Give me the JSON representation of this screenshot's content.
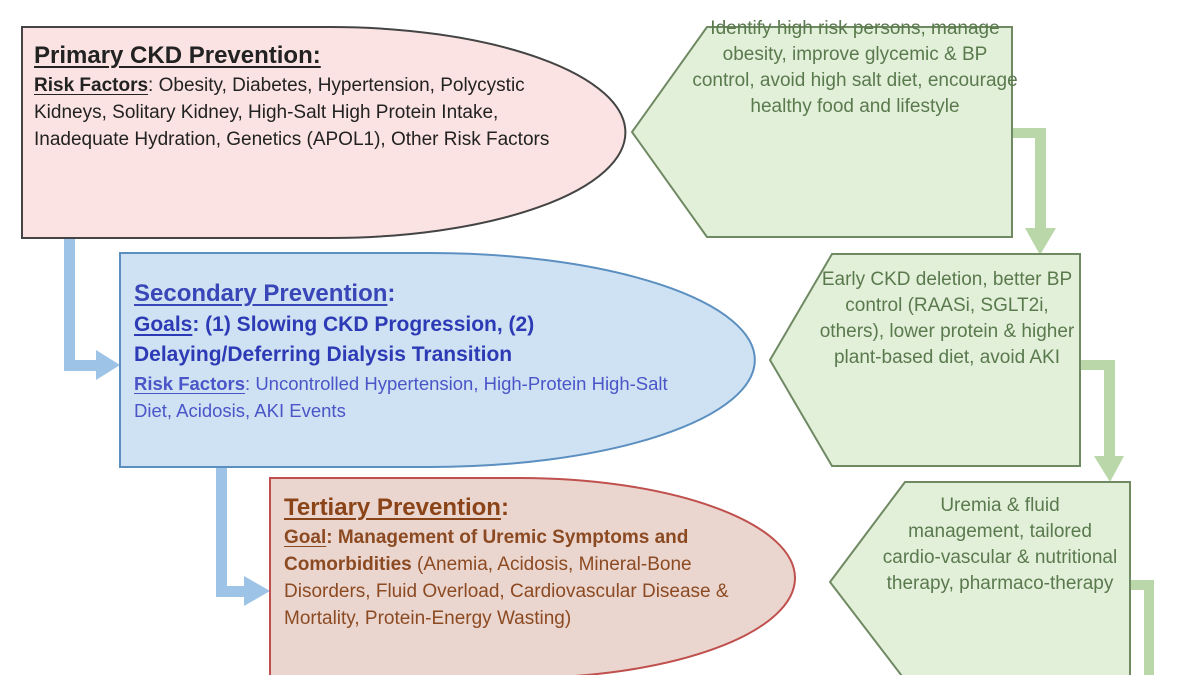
{
  "diagram": {
    "primary": {
      "title": "Primary CKD Prevention:",
      "risk_label": "Risk Factors",
      "risk_text": ": Obesity, Diabetes, Hypertension, Polycystic Kidneys, Solitary Kidney, High-Salt High Protein Intake, Inadequate Hydration, Genetics (APOL1), Other Risk Factors",
      "fill": "#fbe3e3",
      "stroke": "#444444"
    },
    "secondary": {
      "title": "Secondary Prevention",
      "title_suffix": ":",
      "goals_label": "Goals",
      "goals_text": ": (1) Slowing CKD Progression, (2) Delaying/Deferring Dialysis Transition",
      "risk_label": "Risk Factors",
      "risk_text": ": Uncontrolled Hypertension, High-Protein High-Salt Diet, Acidosis, AKI Events",
      "fill": "#cfe2f3",
      "stroke": "#5b8fc0"
    },
    "tertiary": {
      "title": "Tertiary Prevention",
      "title_suffix": ":",
      "goal_label": "Goal",
      "goal_text": ": Management of Uremic Symptoms and Comorbidities",
      "detail_text": " (Anemia, Acidosis, Mineral-Bone Disorders, Fluid Overload, Cardiovascular Disease & Mortality, Protein-Energy Wasting)",
      "fill": "#ead6cf",
      "stroke": "#c0504d"
    },
    "interventions": [
      {
        "text": "Identify high risk persons, manage obesity, improve glycemic & BP control, avoid high salt diet, encourage healthy food and lifestyle"
      },
      {
        "text": "Early CKD deletion, better BP control (RAASi, SGLT2i, others), lower protein & higher plant-based diet, avoid AKI"
      },
      {
        "text": "Uremia & fluid management, tailored cardio-vascular & nutritional therapy, pharmaco-therapy"
      }
    ],
    "colors": {
      "green_fill": "#e2efd9",
      "green_stroke": "#6f8a63",
      "green_arrow": "#b9d7a8",
      "blue_arrow": "#9dc3e6"
    }
  }
}
